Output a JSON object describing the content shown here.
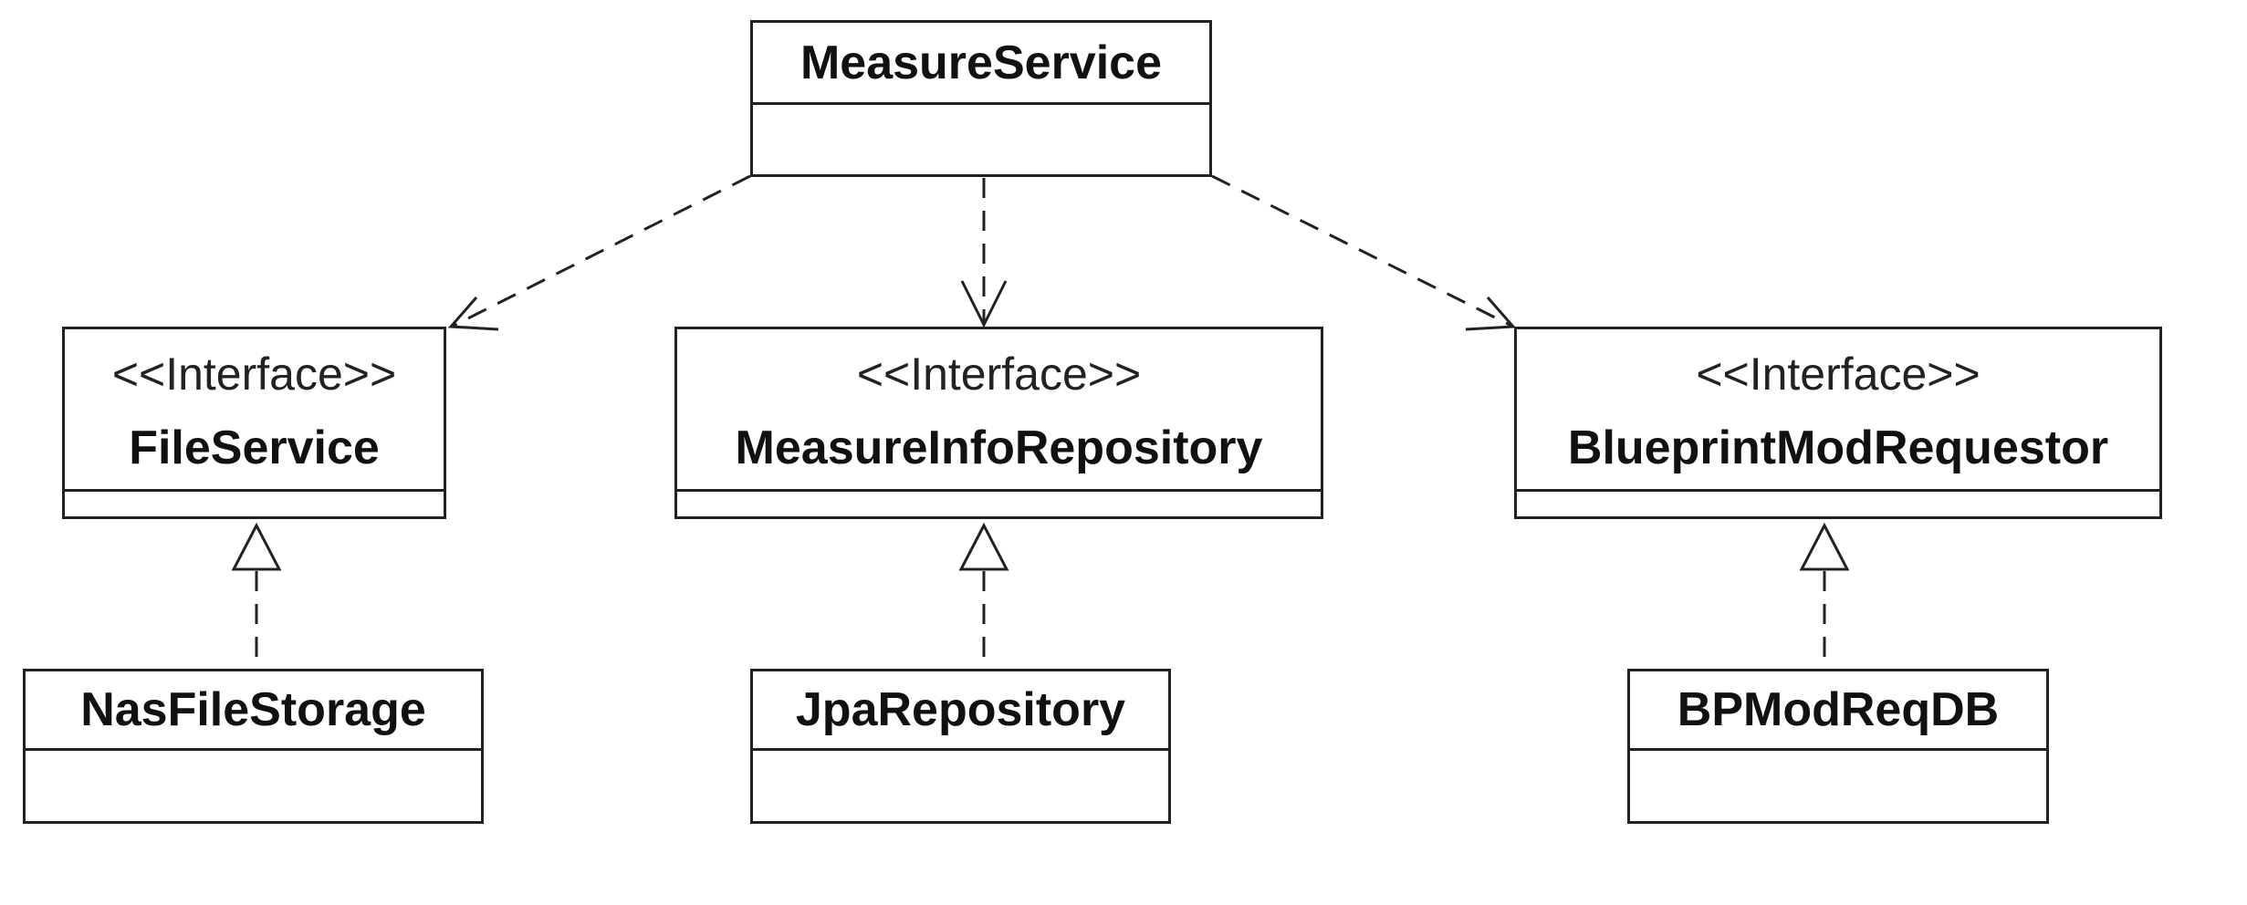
{
  "diagram": {
    "classes": {
      "measure_service": {
        "name": "MeasureService"
      },
      "file_service": {
        "stereotype": "<<Interface>>",
        "name": "FileService"
      },
      "measure_info_repository": {
        "stereotype": "<<Interface>>",
        "name": "MeasureInfoRepository"
      },
      "blueprint_mod_requestor": {
        "stereotype": "<<Interface>>",
        "name": "BlueprintModRequestor"
      },
      "nas_file_storage": {
        "name": "NasFileStorage"
      },
      "jpa_repository": {
        "name": "JpaRepository"
      },
      "bp_mod_req_db": {
        "name": "BPModReqDB"
      }
    },
    "relationships": [
      {
        "type": "dependency",
        "from": "MeasureService",
        "to": "FileService"
      },
      {
        "type": "dependency",
        "from": "MeasureService",
        "to": "MeasureInfoRepository"
      },
      {
        "type": "dependency",
        "from": "MeasureService",
        "to": "BlueprintModRequestor"
      },
      {
        "type": "realization",
        "from": "NasFileStorage",
        "to": "FileService"
      },
      {
        "type": "realization",
        "from": "JpaRepository",
        "to": "MeasureInfoRepository"
      },
      {
        "type": "realization",
        "from": "BPModReqDB",
        "to": "BlueprintModRequestor"
      }
    ],
    "colors": {
      "line": "#222222",
      "background": "#ffffff"
    }
  }
}
